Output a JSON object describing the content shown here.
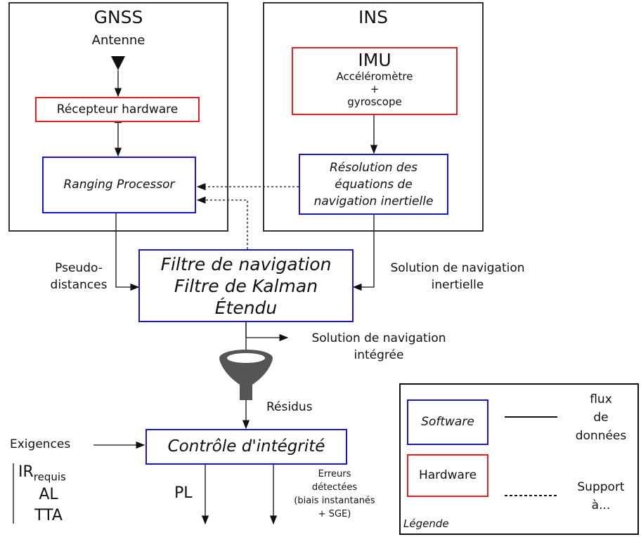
{
  "gnss": {
    "title": "GNSS",
    "antenna": "Antenne",
    "receiver": "Récepteur hardware",
    "ranging": "Ranging Processor"
  },
  "ins": {
    "title": "INS",
    "imu_title": "IMU",
    "imu_line1": "Accéléromètre",
    "imu_line2": "+",
    "imu_line3": "gyroscope",
    "resolution_line1": "Résolution des",
    "resolution_line2": "équations de",
    "resolution_line3": "navigation inertielle"
  },
  "filter": {
    "line1": "Filtre de navigation",
    "line2": "Filtre de Kalman",
    "line3": "Étendu"
  },
  "labels": {
    "pseudo1": "Pseudo-",
    "pseudo2": "distances",
    "inertial1": "Solution de navigation",
    "inertial2": "inertielle",
    "integrated1": "Solution de navigation",
    "integrated2": "intégrée",
    "residus": "Résidus",
    "exigences": "Exigences",
    "ir": "IR",
    "ir_sub": "requis",
    "al": "AL",
    "tta": "TTA",
    "pl": "PL",
    "err1": "Erreurs",
    "err2": "détectées",
    "err3": "(biais instantanés",
    "err4": "+ SGE)"
  },
  "integrity": {
    "title": "Contrôle d'intégrité"
  },
  "legend": {
    "software": "Software",
    "hardware": "Hardware",
    "flux1": "flux",
    "flux2": "de",
    "flux3": "données",
    "support1": "Support",
    "support2": "à...",
    "caption": "Légende"
  },
  "colors": {
    "software": "#1616d0",
    "hardware": "#e02020",
    "frame": "#333333"
  }
}
